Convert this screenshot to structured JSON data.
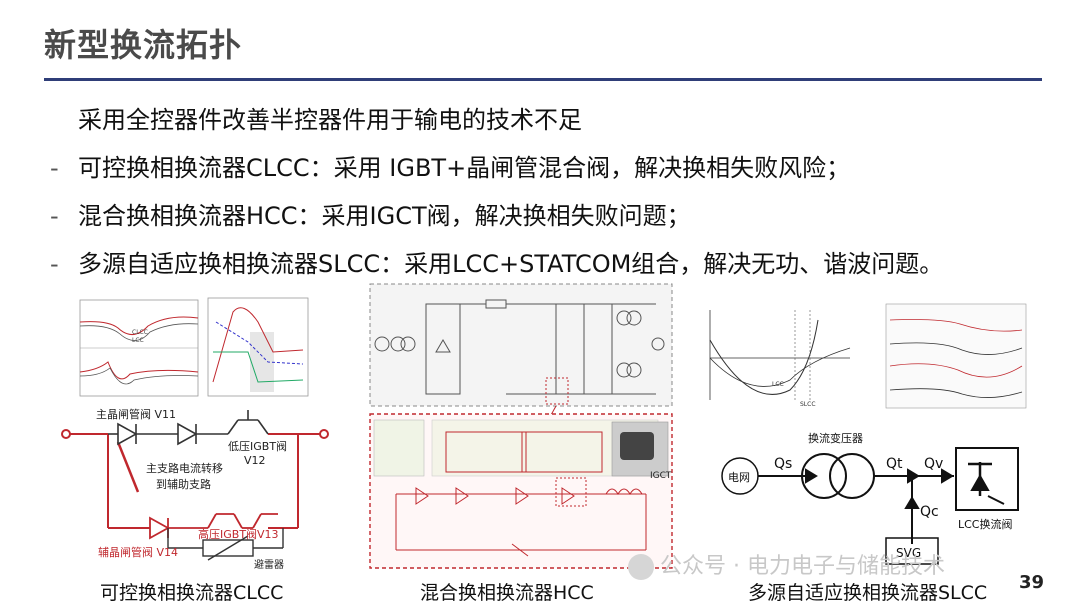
{
  "title": "新型换流拓扑",
  "intro": "采用全控器件改善半控器件用于输电的技术不足",
  "bullets": [
    {
      "dash": "-",
      "text": "可控换相换流器CLCC：采用 IGBT+晶闸管混合阀，解决换相失败风险；"
    },
    {
      "dash": "-",
      "text": "混合换相换流器HCC：采用IGCT阀，解决换相失败问题；"
    },
    {
      "dash": "-",
      "text": "多源自适应换相换流器SLCC：采用LCC+STATCOM组合，解决无功、谐波问题。"
    }
  ],
  "fig1": {
    "caption": "可控换相换流器CLCC",
    "labels": {
      "main_thyristor": "主晶闸管阀 V11",
      "low_igbt": "低压IGBT阀",
      "low_igbt_id": "V12",
      "transfer": "主支路电流转移",
      "transfer2": "到辅助支路",
      "aux_thyristor": "辅晶闸管阀 V14",
      "high_igbt": "高压IGBT阀V13",
      "arrester": "避雷器",
      "plot_a_label": "CLCC",
      "plot_a_label2": "LCC"
    }
  },
  "fig2": {
    "caption": "混合换相换流器HCC",
    "labels": {
      "igct": "IGCT"
    }
  },
  "fig3": {
    "caption": "多源自适应换相换流器SLCC",
    "labels": {
      "grid": "电网",
      "transformer": "换流变压器",
      "qs": "Qs",
      "qt": "Qt",
      "qv": "Qv",
      "qc": "Qc",
      "svg": "SVG",
      "lcc_valve": "LCC换流阀",
      "plot_lcc": "LCC",
      "plot_slcc": "SLCC"
    }
  },
  "watermark": "公众号 · 电力电子与储能技术",
  "page_number": "39",
  "colors": {
    "rule": "#2f3e78",
    "circuit_red": "#c0282e",
    "dashed_red": "#c0282e",
    "gray": "#4a4a4a"
  }
}
